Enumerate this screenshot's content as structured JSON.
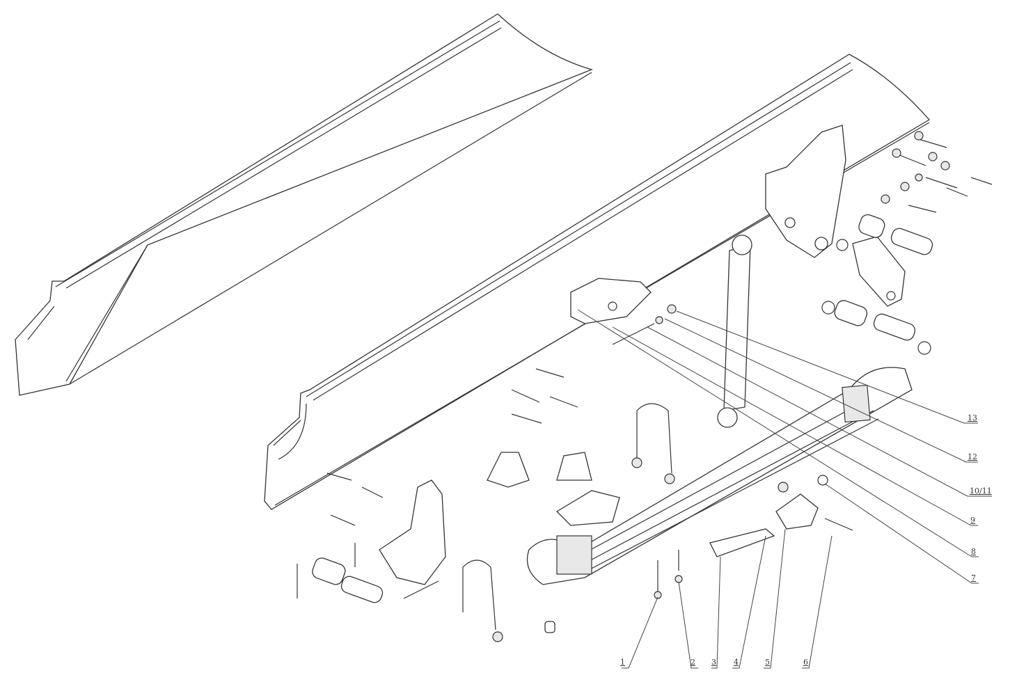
{
  "callouts": {
    "bottom": [
      "1",
      "2",
      "3",
      "4",
      "5",
      "6"
    ],
    "right": [
      "13",
      "12",
      "10/11",
      "9",
      "8",
      "7"
    ]
  }
}
